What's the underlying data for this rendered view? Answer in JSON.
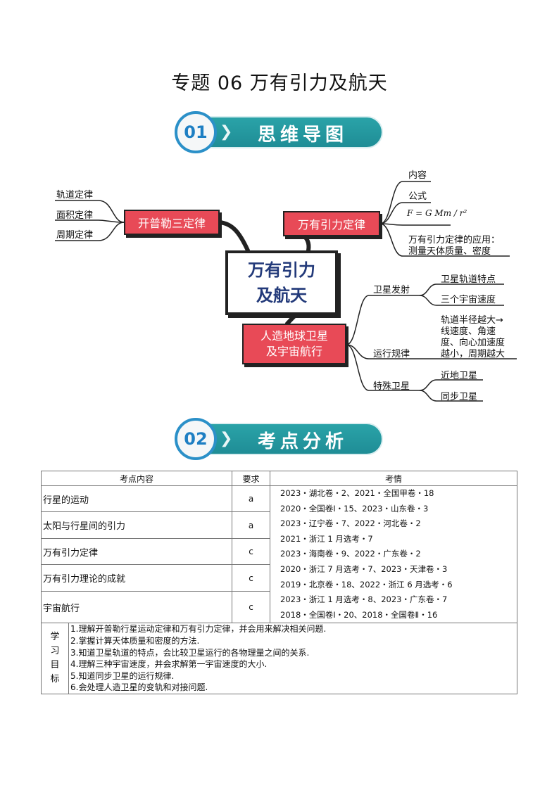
{
  "title": "专题 06  万有引力及航天",
  "section1": {
    "number": "01",
    "label": "思维导图"
  },
  "section2": {
    "number": "02",
    "label": "考点分析"
  },
  "mindmap": {
    "center": [
      "万有引力",
      "及航天"
    ],
    "kepler": {
      "label": "开普勒三定律",
      "items": [
        "轨道定律",
        "面积定律",
        "周期定律"
      ]
    },
    "gravity": {
      "label": "万有引力定律",
      "items": [
        "内容",
        "公式",
        "F = G Mm / r²",
        "万有引力定律的应用：",
        "测量天体质量、密度"
      ]
    },
    "satellite": {
      "label_line1": "人造地球卫星",
      "label_line2": "及宇宙航行",
      "launch": {
        "label": "卫星发射",
        "items": [
          "卫星轨道特点",
          "三个宇宙速度"
        ]
      },
      "rules": {
        "label": "运行规律",
        "items": [
          "轨道半径越大→",
          "线速度、角速",
          "度、向心加速度",
          "越小，周期越大"
        ]
      },
      "special": {
        "label": "特殊卫星",
        "items": [
          "近地卫星",
          "同步卫星"
        ]
      }
    }
  },
  "table": {
    "headers": [
      "考点内容",
      "要求",
      "考情"
    ],
    "rows": [
      {
        "topic": "行星的运动",
        "req": "a"
      },
      {
        "topic": "太阳与行星间的引力",
        "req": "a"
      },
      {
        "topic": "万有引力定律",
        "req": "c"
      },
      {
        "topic": "万有引力理论的成就",
        "req": "c"
      },
      {
        "topic": "宇宙航行",
        "req": "c"
      }
    ],
    "situations": [
      "2023・湖北卷・2、2021・全国甲卷・18",
      "2020・全国卷Ⅰ・15、2023・山东卷・3",
      "2023・辽宁卷・7、2022・河北卷・2",
      "2021・浙江 1 月选考・7",
      "2023・海南卷・9、2022・广东卷・2",
      "2020・浙江 7 月选考・7、2023・天津卷・3",
      "2019・北京卷・18、2022・浙江 6 月选考・6",
      "2023・浙江 1 月选考・8、2023・广东卷・7",
      "2018・全国卷Ⅰ・20、2018・全国卷Ⅱ・16"
    ],
    "goals_head": [
      "学",
      "习",
      "目",
      "标"
    ],
    "goals": [
      "1.理解开普勒行星运动定律和万有引力定律，并会用来解决相关问题.",
      "2.掌握计算天体质量和密度的方法.",
      "3.知道卫星轨道的特点，会比较卫星运行的各物理量之间的关系.",
      "4.理解三种宇宙速度，并会求解第一宇宙速度的大小.",
      "5.知道同步卫星的运行规律.",
      "6.会处理人造卫星的变轨和对接问题."
    ]
  }
}
